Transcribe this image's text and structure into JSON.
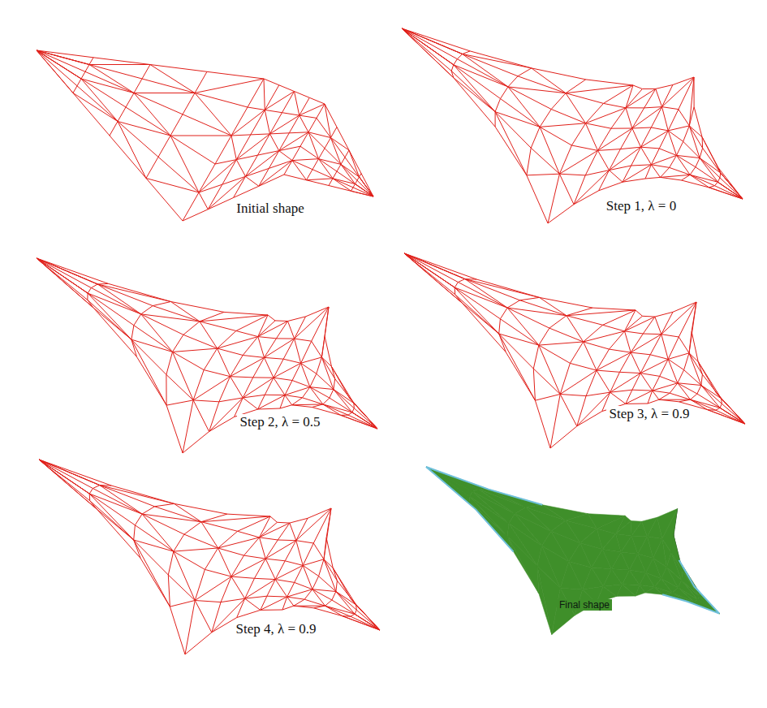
{
  "diagram": {
    "labels": [
      "Initial shape",
      "Step 1, λ = 0",
      "Step 2, λ = 0.5",
      "Step 3, λ = 0.9",
      "Step 4, λ = 0.9",
      "Final shape"
    ]
  }
}
